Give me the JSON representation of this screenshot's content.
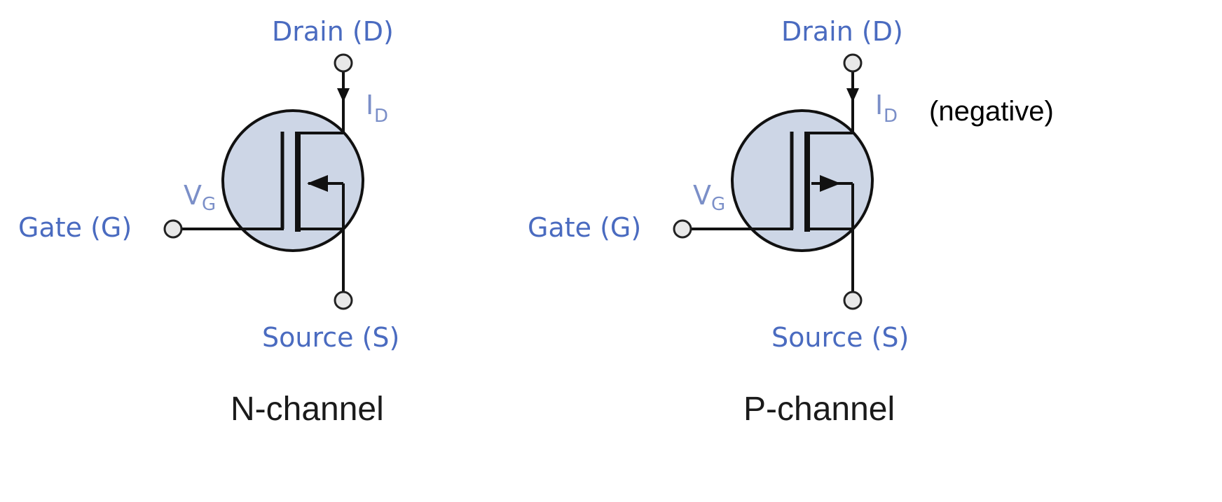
{
  "colors": {
    "pin_label": "#4a6bc0",
    "body_fill": "#cdd6e6",
    "wire": "#111111"
  },
  "symbols": {
    "n_channel": {
      "drain_label": "Drain (D)",
      "source_label": "Source (S)",
      "gate_label": "Gate (G)",
      "current_main": "I",
      "current_sub": "D",
      "voltage_main": "V",
      "voltage_sub": "G",
      "caption": "N-channel"
    },
    "p_channel": {
      "drain_label": "Drain (D)",
      "source_label": "Source (S)",
      "gate_label": "Gate (G)",
      "current_main": "I",
      "current_sub": "D",
      "current_note": "(negative)",
      "voltage_main": "V",
      "voltage_sub": "G",
      "caption": "P-channel"
    }
  }
}
